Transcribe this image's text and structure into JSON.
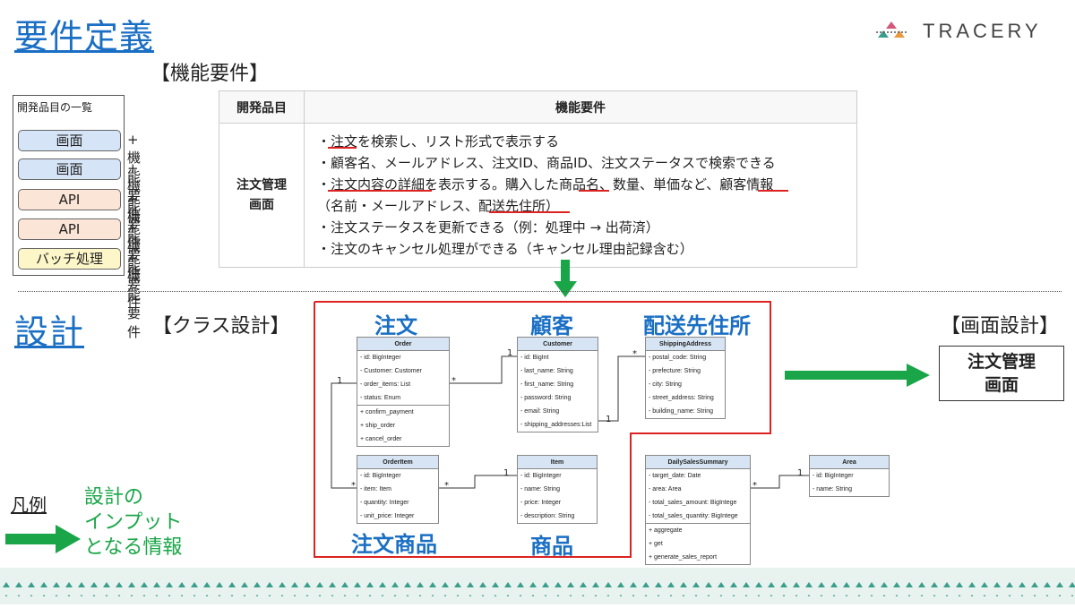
{
  "header": {
    "title_requirements": "要件定義",
    "brand": "TRACERY",
    "functional_heading": "【機能要件】"
  },
  "dev_list": {
    "title": "開発品目の一覧",
    "items": [
      {
        "label": "画面",
        "color": "#d6e4f7"
      },
      {
        "label": "画面",
        "color": "#d6e4f7"
      },
      {
        "label": "API",
        "color": "#fbe5d6"
      },
      {
        "label": "API",
        "color": "#fbe5d6"
      },
      {
        "label": "バッチ処理",
        "color": "#fdf6c8"
      }
    ],
    "plus_label": "+ 機能要件"
  },
  "req_table": {
    "col1": "開発品目",
    "col2": "機能要件",
    "item_name_line1": "注文管理",
    "item_name_line2": "画面",
    "lines": [
      "・注文を検索し、リスト形式で表示する",
      "・顧客名、メールアドレス、注文ID、商品ID、注文ステータスで検索できる",
      "・注文内容の詳細を表示する。購入した商品名、数量、単価など、顧客情報",
      "（名前・メールアドレス、配送先住所）",
      "・注文ステータスを更新できる（例：処理中 → 出荷済）",
      "・注文のキャンセル処理ができる（キャンセル理由記録含む）"
    ]
  },
  "design": {
    "title": "設計",
    "class_heading": "【クラス設計】",
    "screen_heading": "【画面設計】",
    "screen_name_line1": "注文管理",
    "screen_name_line2": "画面",
    "labels": {
      "order": "注文",
      "customer": "顧客",
      "shipping": "配送先住所",
      "order_item": "注文商品",
      "item": "商品"
    }
  },
  "classes": {
    "order": {
      "name": "Order",
      "attrs": [
        "- id: BigInteger",
        "- Customer: Customer",
        "- order_items: List",
        "- status: Enum"
      ],
      "methods": [
        "+ confirm_payment",
        "+ ship_order",
        "+ cancel_order"
      ]
    },
    "customer": {
      "name": "Customer",
      "attrs": [
        "- id: BigInt",
        "- last_name: String",
        "- first_name: String",
        "- password: String",
        "- email: String",
        "- shipping_addresses:List"
      ]
    },
    "shipping": {
      "name": "ShippingAddress",
      "attrs": [
        "- postal_code: String",
        "- prefecture: String",
        "- city: String",
        "- street_address: String",
        "- building_name: String"
      ]
    },
    "order_item": {
      "name": "OrderItem",
      "attrs": [
        "- id: BigInteger",
        "- item: Item",
        "- quantity: Integer",
        "- unit_price: Integer"
      ]
    },
    "item": {
      "name": "Item",
      "attrs": [
        "- id: BigInteger",
        "- name: String",
        "- price: Integer",
        "- description: String"
      ]
    },
    "daily": {
      "name": "DailySalesSummary",
      "attrs": [
        "- target_date: Date",
        "- area: Area",
        "- total_sales_amount: BigIntege",
        "- total_sales_quantity: BigIntege"
      ],
      "methods": [
        "+ aggregate",
        "+ get",
        "+ generate_sales_report"
      ]
    },
    "area": {
      "name": "Area",
      "attrs": [
        "- id: BigInteger",
        "- name: String"
      ]
    }
  },
  "multiplicity": {
    "one": "1",
    "many": "*"
  },
  "legend": {
    "title": "凡例",
    "line1": "設計の",
    "line2": "インプット",
    "line3": "となる情報",
    "arrow_color": "#1aa648"
  },
  "colors": {
    "accent": "#1a6fc4",
    "highlight": "#d22",
    "arrow": "#1aa648"
  }
}
